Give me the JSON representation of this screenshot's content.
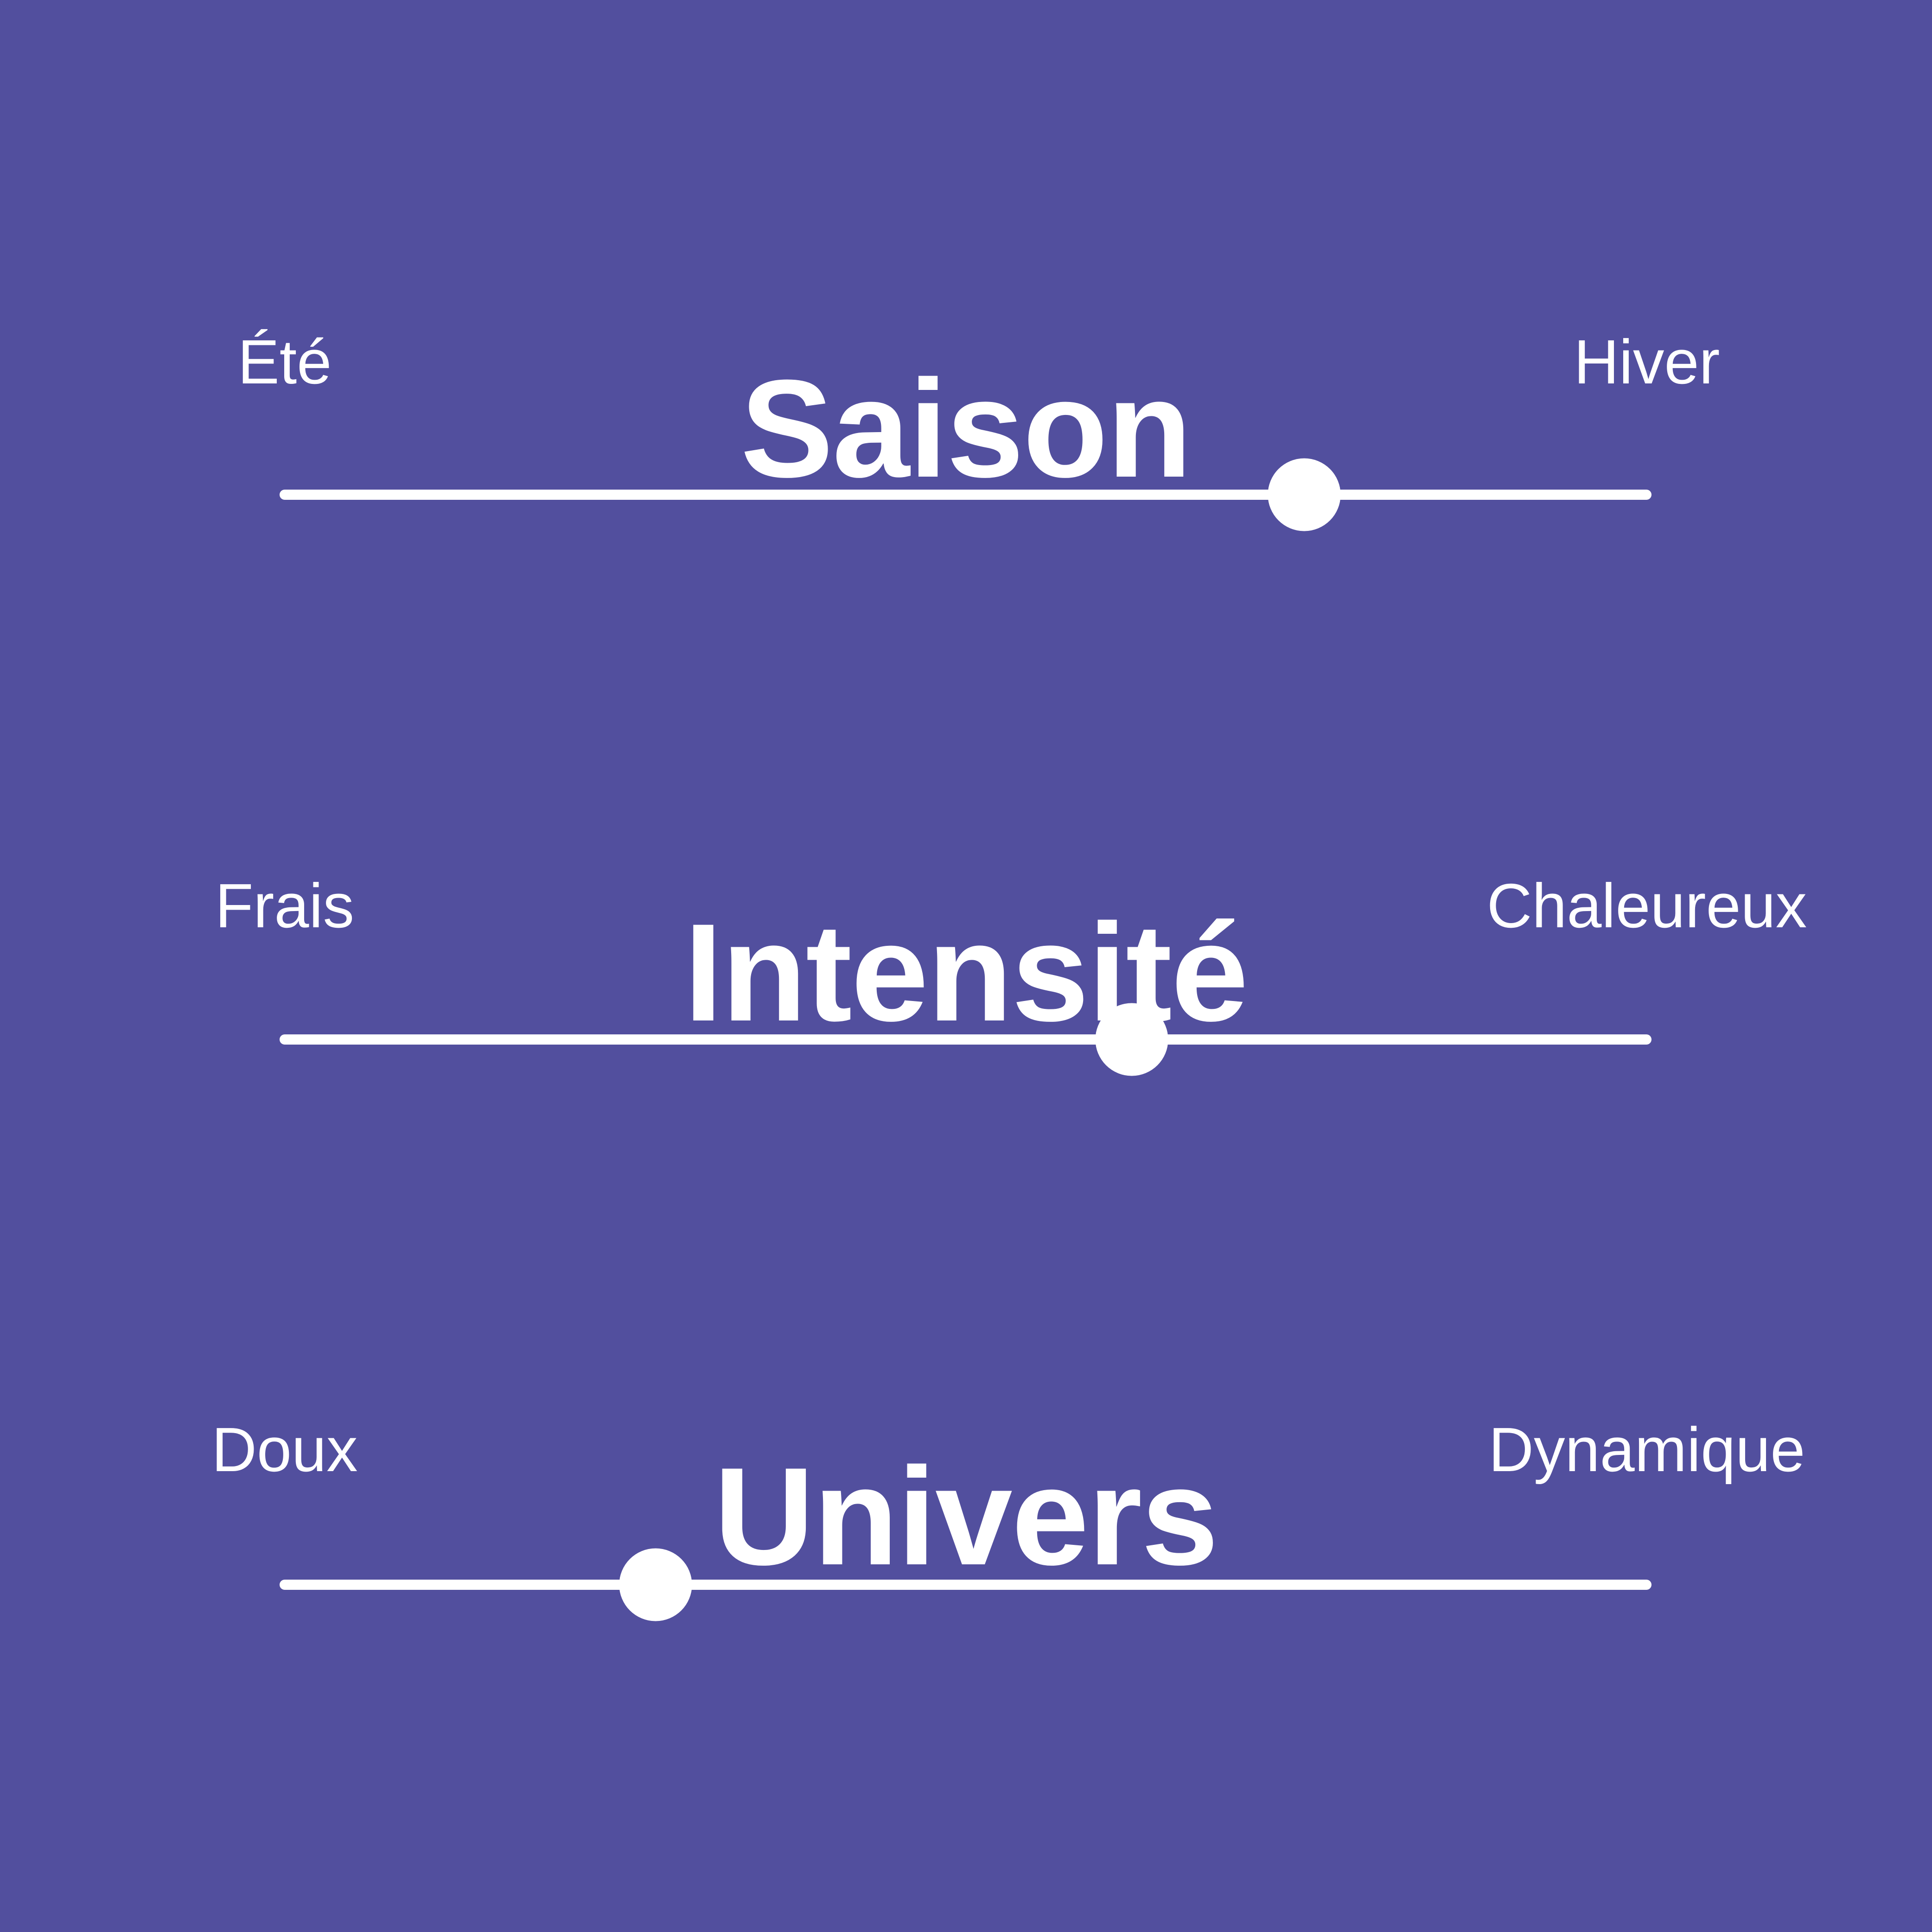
{
  "background_color": "#524F9E",
  "foreground_color": "#FFFFFF",
  "sliders": [
    {
      "title": "Saison",
      "left_label": "Été",
      "right_label": "Hiver",
      "value_percent": 74.7
    },
    {
      "title": "Intensité",
      "left_label": "Frais",
      "right_label": "Chaleureux",
      "value_percent": 62.1
    },
    {
      "title": "Univers",
      "left_label": "Doux",
      "right_label": "Dynamique",
      "value_percent": 27.4
    }
  ]
}
